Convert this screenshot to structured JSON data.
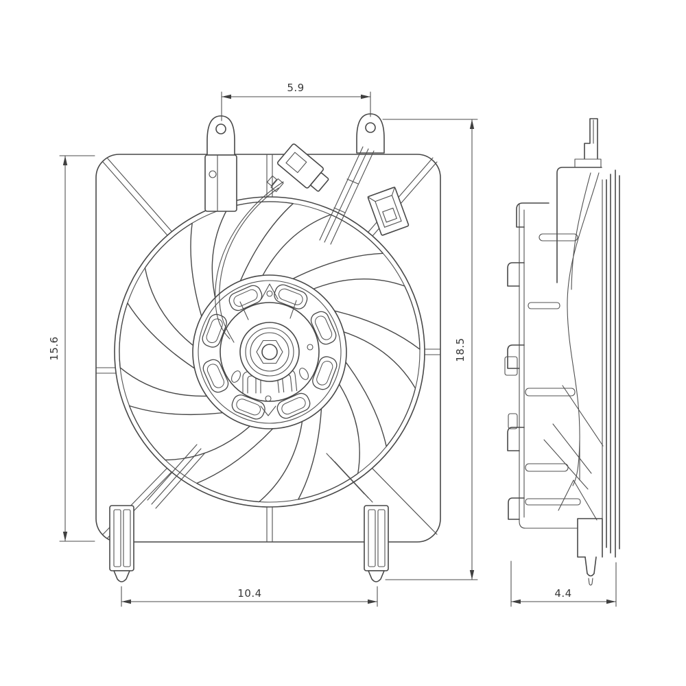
{
  "diagram": {
    "background_color": "#ffffff",
    "line_color": "#474747",
    "text_color": "#383838",
    "dimensions": {
      "top_mount_spacing": "5.9",
      "shroud_height": "15.6",
      "overall_height": "18.5",
      "bottom_mount_spacing": "10.4",
      "depth": "4.4"
    }
  }
}
